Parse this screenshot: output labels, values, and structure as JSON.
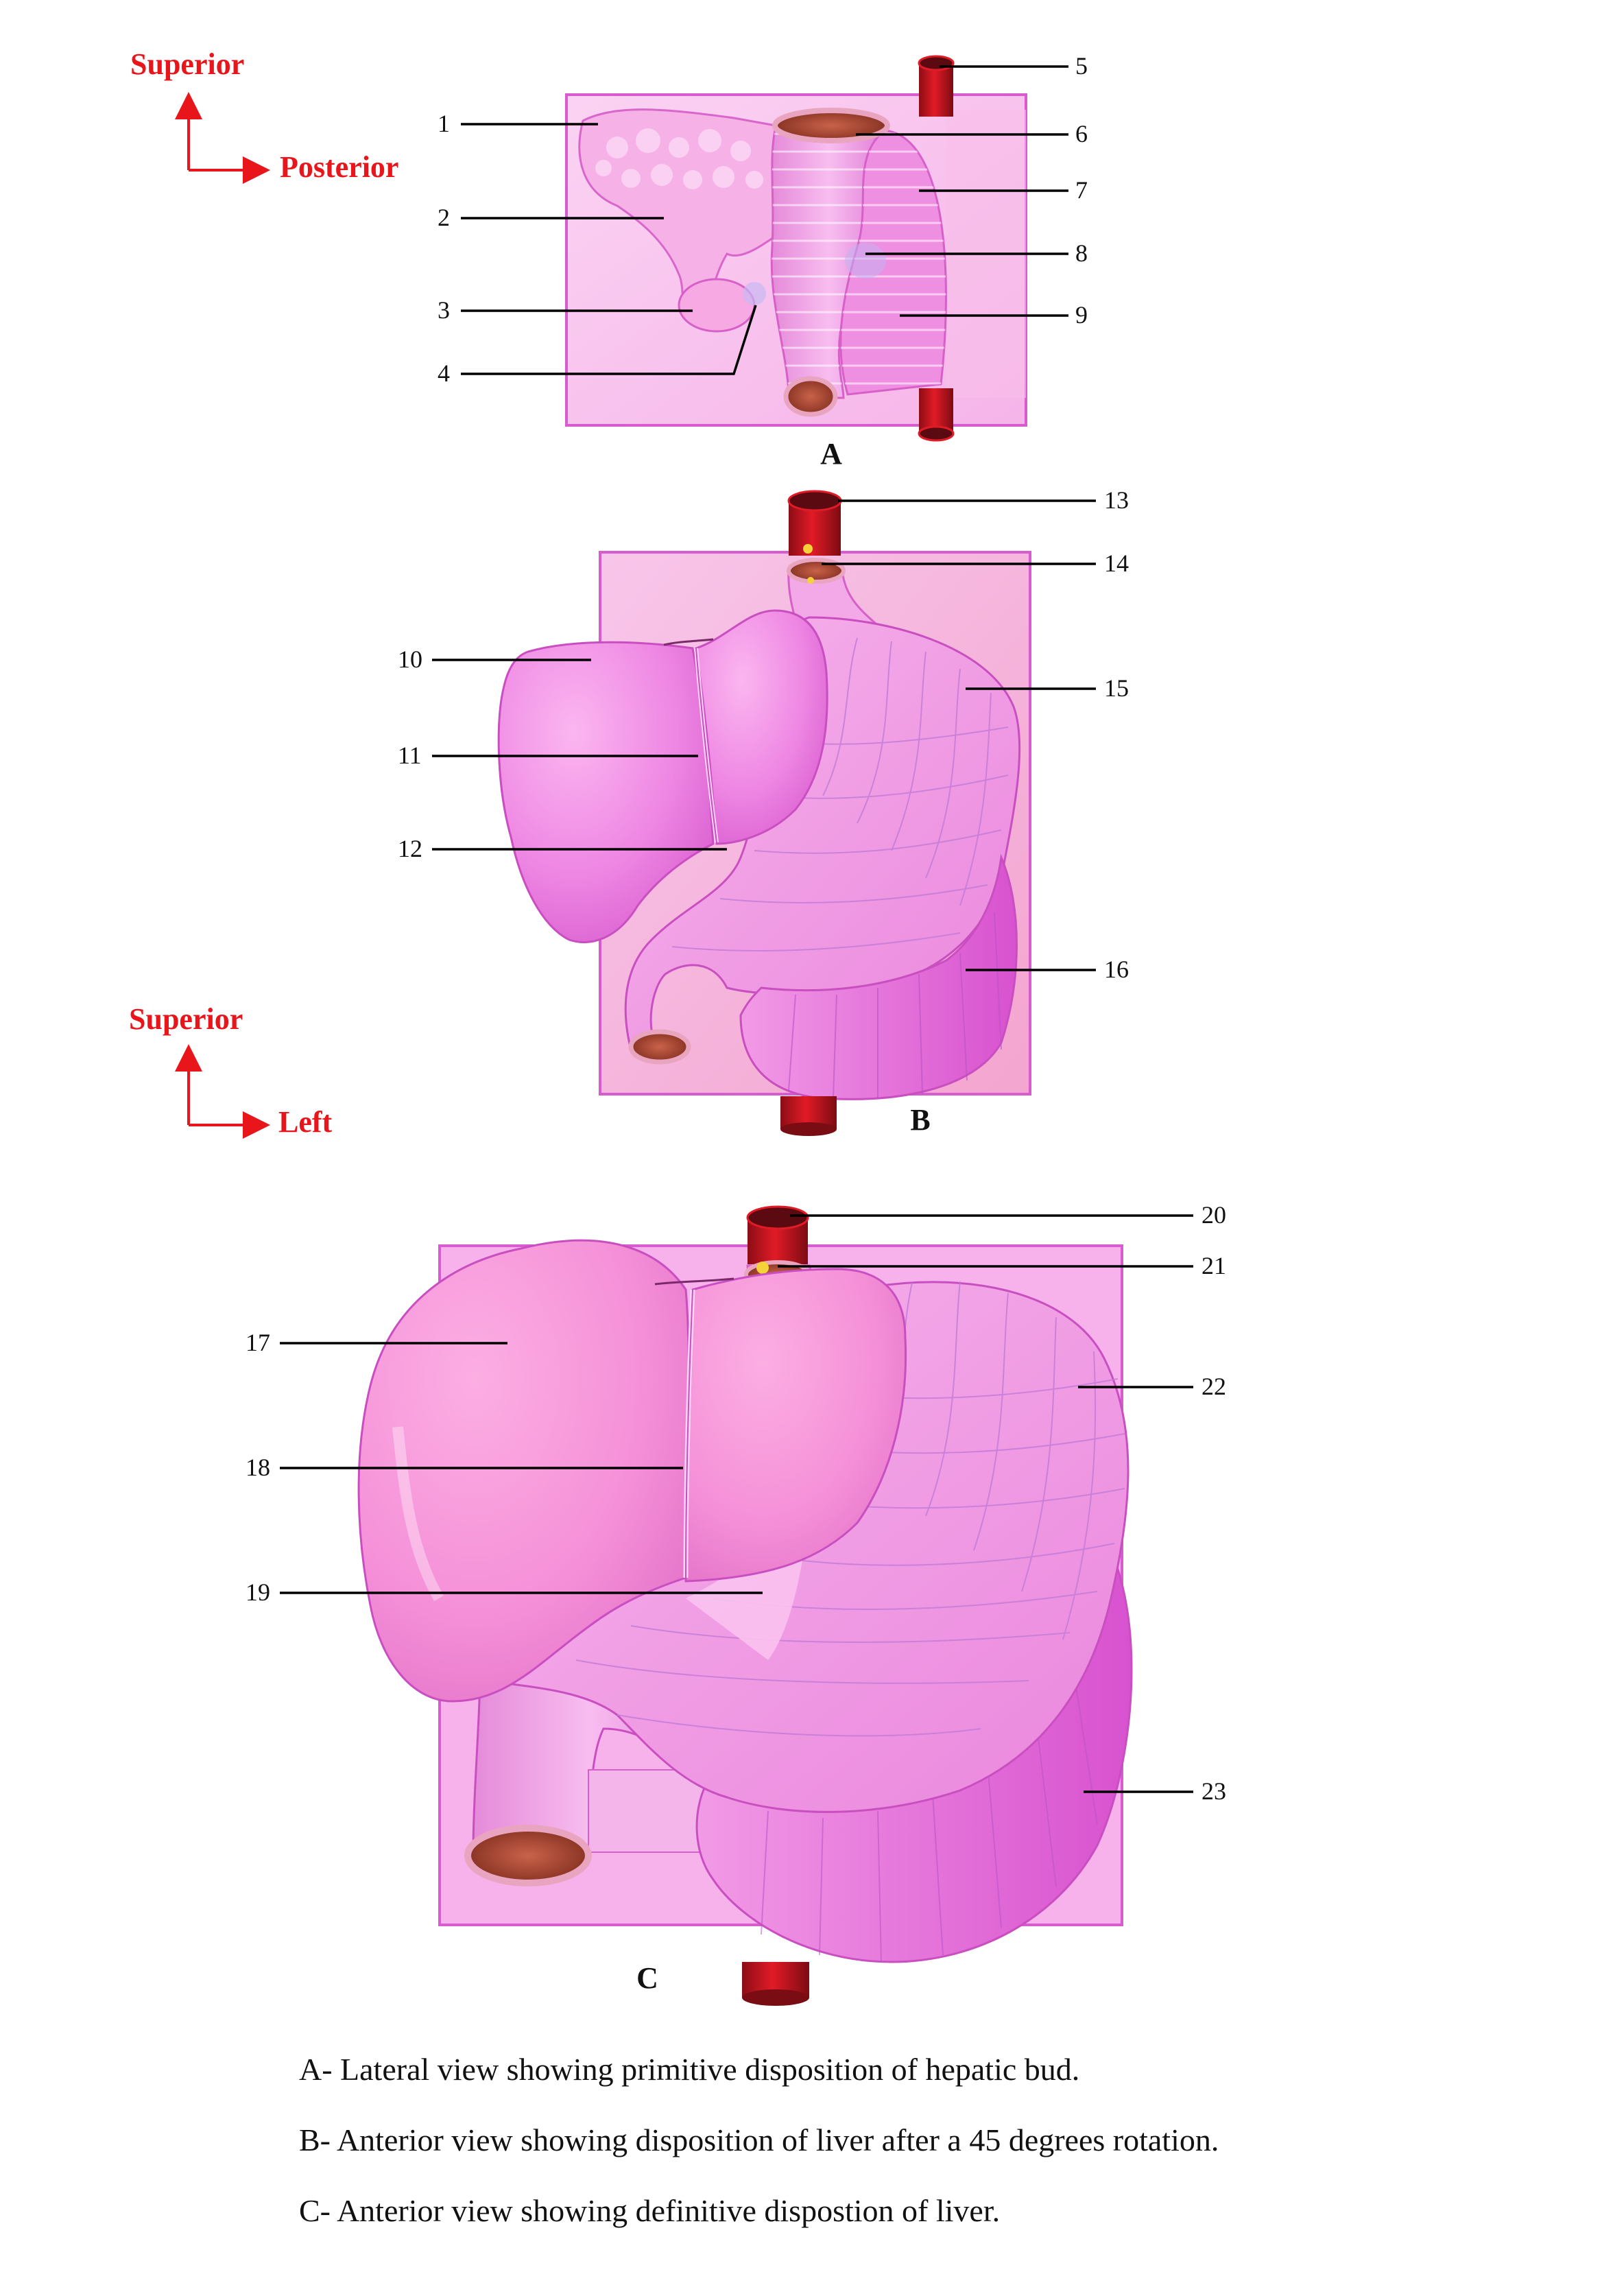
{
  "orientation": {
    "panel_a": {
      "vertical": "Superior",
      "horizontal": "Posterior"
    },
    "panels_bc": {
      "vertical": "Superior",
      "horizontal": "Left"
    }
  },
  "panels": [
    {
      "letter": "A",
      "labels": [
        "1",
        "2",
        "3",
        "4",
        "5",
        "6",
        "7",
        "8",
        "9"
      ]
    },
    {
      "letter": "B",
      "labels": [
        "10",
        "11",
        "12",
        "13",
        "14",
        "15",
        "16"
      ]
    },
    {
      "letter": "C",
      "labels": [
        "17",
        "18",
        "19",
        "20",
        "21",
        "22",
        "23"
      ]
    }
  ],
  "captions": [
    "A- Lateral view showing primitive disposition of hepatic bud.",
    "B- Anterior view showing disposition of liver after a 45 degrees rotation.",
    "C- Anterior view showing definitive dispostion of liver."
  ],
  "colors": {
    "tissue": "#f3a6e6",
    "organ": "#e870dd",
    "organ_light": "#f6b8ee",
    "membrane": "#f9c9ef",
    "vessel": "#c81020",
    "lumen": "#a9442f",
    "arrow": "#e8151b"
  }
}
